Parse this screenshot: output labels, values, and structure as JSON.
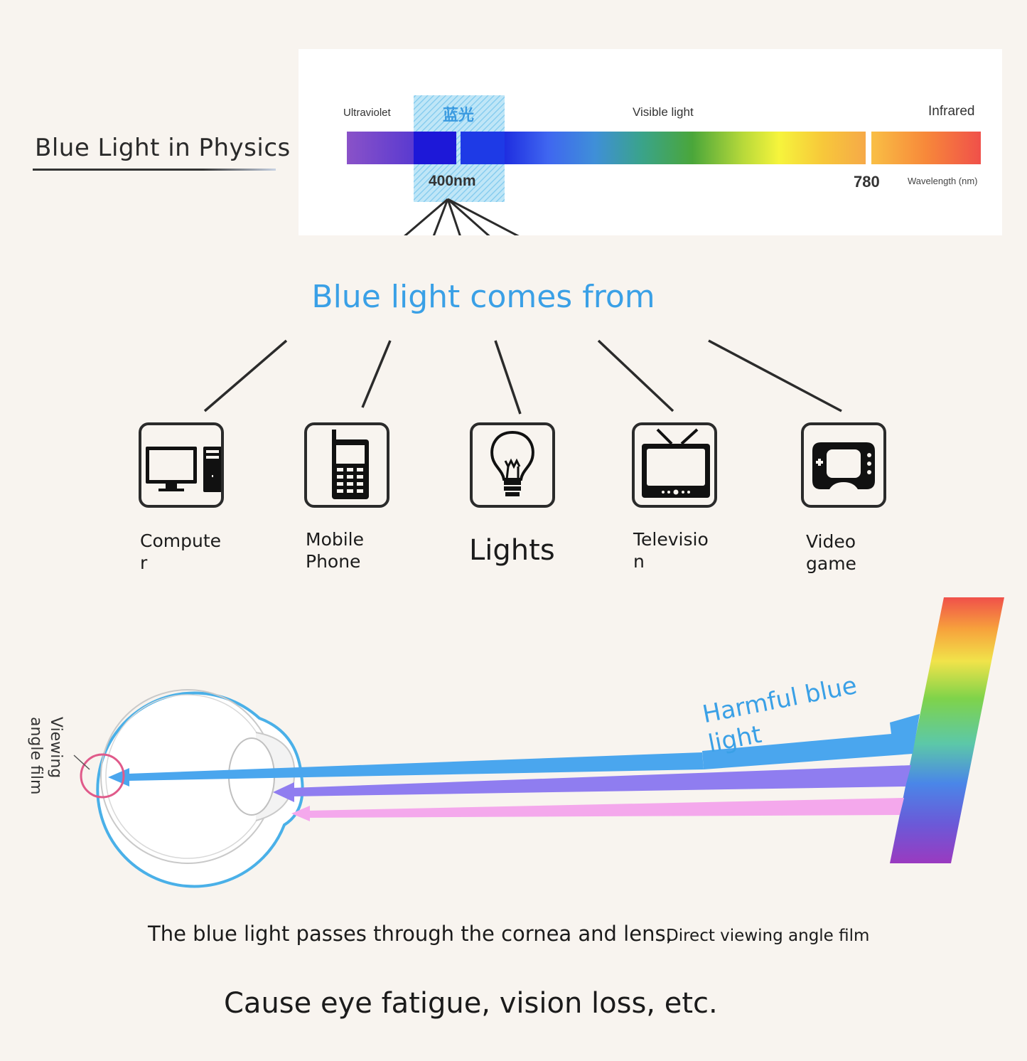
{
  "physics": {
    "title": "Blue Light in Physics",
    "spectrum": {
      "ultraviolet_label": "Ultraviolet",
      "blue_light_label": "蓝光",
      "visible_label": "Visible light",
      "infrared_label": "Infrared",
      "wavelength_400": "400nm",
      "wavelength_780": "780",
      "axis_label": "Wavelength (nm)"
    }
  },
  "sources": {
    "heading": "Blue light comes from",
    "items": [
      {
        "label": "Compute\nr",
        "icon": "computer-icon"
      },
      {
        "label": "Mobile\nPhone",
        "icon": "mobile-phone-icon"
      },
      {
        "label": "Lights",
        "icon": "light-bulb-icon"
      },
      {
        "label": "Televisio\nn",
        "icon": "television-icon"
      },
      {
        "label": "Video\ngame",
        "icon": "game-console-icon"
      }
    ]
  },
  "eye": {
    "film_label": "Viewing\nangle film",
    "harmful_label": "Harmful blue\nlight"
  },
  "captions": {
    "line1": "The blue light passes through the cornea and lens,",
    "line2": "Direct viewing angle film",
    "line3": "Cause eye fatigue, vision loss, etc."
  },
  "colors": {
    "accent_blue": "#3aa0e6",
    "harmful_ray": "#4aa6ee",
    "violet_ray": "#8f7df0",
    "pink_ray": "#f4a8ec",
    "film_circle": "#e05a8a"
  }
}
